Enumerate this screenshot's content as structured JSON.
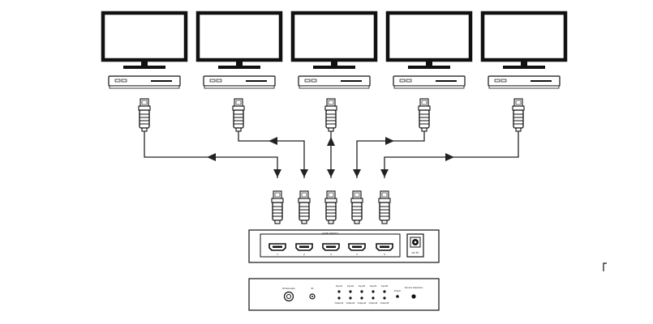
{
  "diagram": {
    "sources": [
      {
        "id": "source-1"
      },
      {
        "id": "source-2"
      },
      {
        "id": "source-3"
      },
      {
        "id": "source-4"
      },
      {
        "id": "source-5"
      }
    ],
    "switch_front": {
      "header_label": "HDMI INPUTS",
      "port_numbers": [
        "1",
        "2",
        "3",
        "4",
        "5"
      ],
      "power_label": "DC 5V"
    },
    "switch_back": {
      "ir_extender_label": "IR Extender",
      "ir_label": "IR",
      "input_labels": [
        "Input1",
        "Input2",
        "Input3",
        "Input4",
        "Input5"
      ],
      "output_labels": [
        "Output1",
        "Output2",
        "Output3",
        "Output4",
        "Output5"
      ],
      "power_label": "Power",
      "source_selector_label": "Source Selection"
    },
    "colors": {
      "stroke": "#111111",
      "device_fill": "#ffffff",
      "cable": "#222222"
    }
  }
}
